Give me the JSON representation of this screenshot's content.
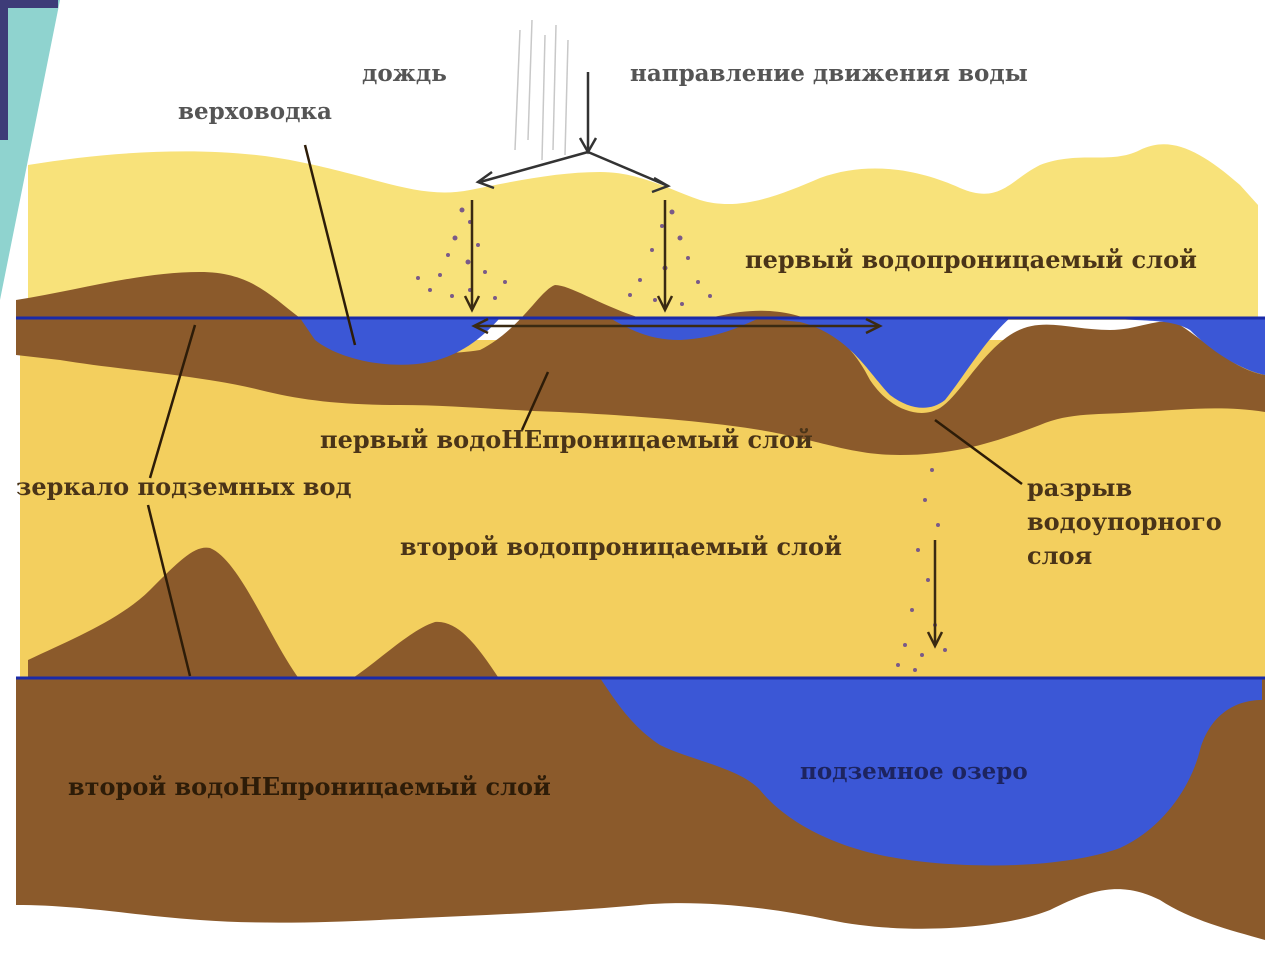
{
  "labels": {
    "rain": "дождь",
    "water_direction": "направление движения воды",
    "perched_water": "верховодка",
    "first_permeable": "первый водопроницаемый слой",
    "first_impermeable": "первый водоНЕпроницаемый слой",
    "water_table": "зеркало подземных вод",
    "second_permeable": "второй водопроницаемый слой",
    "aquitard_break_1": "разрыв",
    "aquitard_break_2": "водоупорного",
    "aquitard_break_3": "слоя",
    "second_impermeable": "второй водоНЕпроницаемый слой",
    "underground_lake": "подземное озеро"
  },
  "colors": {
    "light_sand": "#f8e27a",
    "dark_sand": "#f3cf5e",
    "clay": "#8b5a2b",
    "water": "#3b57d6",
    "water_line": "#1a2aa8",
    "slide_navy": "#3d3c78",
    "slide_teal": "#8fd3cf"
  }
}
